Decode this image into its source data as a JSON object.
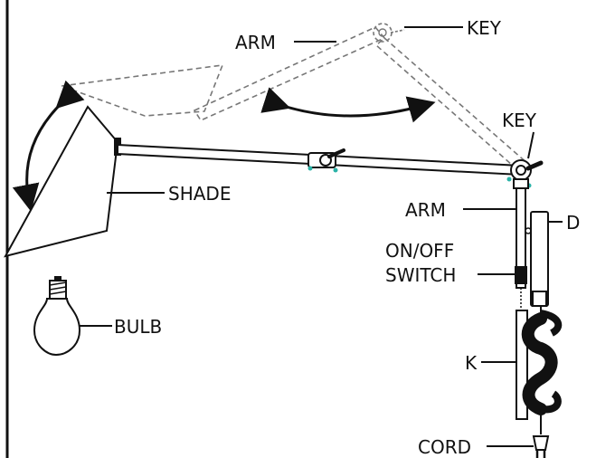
{
  "labels": {
    "arm_top": "ARM",
    "key_top": "KEY",
    "key_right": "KEY",
    "shade": "SHADE",
    "arm_mid": "ARM",
    "d": "D",
    "switch_line1": "ON/OFF",
    "switch_line2": "SWITCH",
    "bulb": "BULB",
    "k": "K",
    "cord": "CORD"
  },
  "colors": {
    "ink": "#111111",
    "dashed": "#777777",
    "accent": "#2bb3a8"
  }
}
